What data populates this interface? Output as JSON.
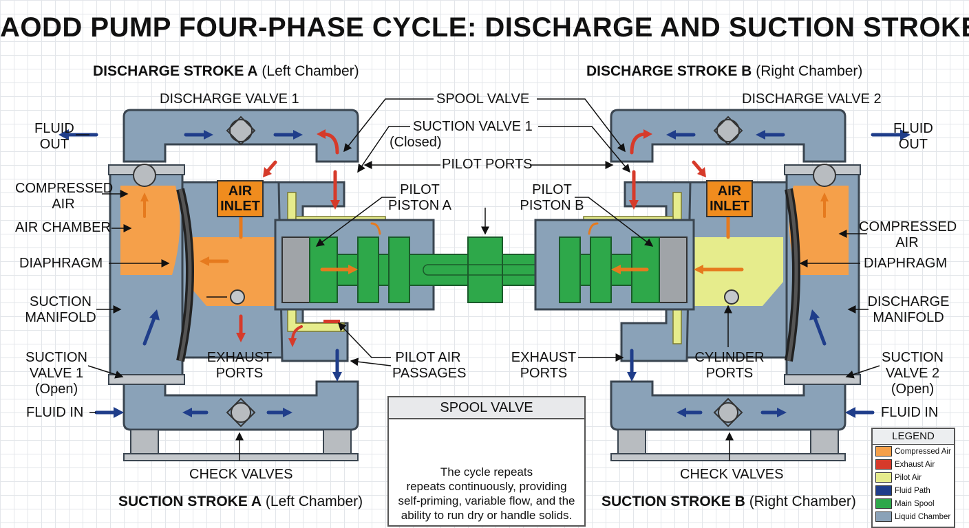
{
  "title": "AODD PUMP FOUR-PHASE CYCLE: DISCHARGE AND SUCTION STROKES",
  "strokes": {
    "discharge_a_bold": "DISCHARGE STROKE A",
    "discharge_a_note": "(Left Chamber)",
    "discharge_b_bold": "DISCHARGE STROKE B",
    "discharge_b_note": "(Right Chamber)",
    "suction_a_bold": "SUCTION STROKE A",
    "suction_a_note": "(Left Chamber)",
    "suction_b_bold": "SUCTION STROKE B",
    "suction_b_note": "(Right Chamber)"
  },
  "labels": {
    "discharge_valve_1": "DISCHARGE VALVE 1",
    "discharge_valve_2": "DISCHARGE VALVE 2",
    "spool_valve": "SPOOL VALVE",
    "suction_valve_1_closed_l1": "SUCTION VALVE 1",
    "suction_valve_1_closed_l2": "(Closed)",
    "pilot_ports": "PILOT PORTS",
    "fluid_out_left_l1": "FLUID",
    "fluid_out_left_l2": "OUT",
    "fluid_out_right_l1": "FLUID",
    "fluid_out_right_l2": "OUT",
    "compressed_air_left_l1": "COMPRESSED",
    "compressed_air_left_l2": "AIR",
    "compressed_air_right_l1": "COMPRESSED",
    "compressed_air_right_l2": "AIR",
    "air_inlet_left_l1": "AIR",
    "air_inlet_left_l2": "INLET",
    "air_inlet_right_l1": "AIR",
    "air_inlet_right_l2": "INLET",
    "pilot_piston_a_l1": "PILOT",
    "pilot_piston_a_l2": "PISTON A",
    "pilot_piston_b_l1": "PILOT",
    "pilot_piston_b_l2": "PISTON B",
    "air_chamber": "AIR CHAMBER",
    "diaphragm_left": "DIAPHRAGM",
    "diaphragm_right": "DIAPHRAGM",
    "suction_manifold_l1": "SUCTION",
    "suction_manifold_l2": "MANIFOLD",
    "discharge_manifold_l1": "DISCHARGE",
    "discharge_manifold_l2": "MANIFOLD",
    "suction_valve_1_open_l1": "SUCTION",
    "suction_valve_1_open_l2": "VALVE 1",
    "suction_valve_1_open_l3": "(Open)",
    "suction_valve_2_open_l1": "SUCTION",
    "suction_valve_2_open_l2": "VALVE 2",
    "suction_valve_2_open_l3": "(Open)",
    "exhaust_ports_left_l1": "EXHAUST",
    "exhaust_ports_left_l2": "PORTS",
    "exhaust_ports_right_l1": "EXHAUST",
    "exhaust_ports_right_l2": "PORTS",
    "pilot_air_passages_l1": "PILOT AIR",
    "pilot_air_passages_l2": "PASSAGES",
    "cylinder_ports_l1": "CYLINDER",
    "cylinder_ports_l2": "PORTS",
    "fluid_in_left": "FLUID IN",
    "fluid_in_right": "FLUID IN",
    "check_valves_left": "CHECK VALVES",
    "check_valves_right": "CHECK VALVES"
  },
  "spool_box": {
    "header": "SPOOL VALVE",
    "desc_l1": "The cycle repeats",
    "desc_l2": "repeats continuously, providing",
    "desc_l3": "self-priming, variable flow, and the",
    "desc_l4": "ability to run dry or handle solids."
  },
  "legend": {
    "title": "LEGEND",
    "items": [
      {
        "label": "Compressed Air",
        "color": "#f5a04a"
      },
      {
        "label": "Exhaust Air",
        "color": "#d63a2a"
      },
      {
        "label": "Pilot Air",
        "color": "#e6ec8c"
      },
      {
        "label": "Fluid Path",
        "color": "#1f3d8a"
      },
      {
        "label": "Main Spool",
        "color": "#2ea84a"
      },
      {
        "label": "Liquid Chamber",
        "color": "#8aa2b8"
      }
    ]
  },
  "colors": {
    "liquid_chamber": "#8aa2b8",
    "compressed_air": "#f5a04a",
    "pilot_air": "#e6ec8c",
    "main_spool": "#2ea84a",
    "exhaust_air": "#d63a2a",
    "fluid_path": "#1f3d8a",
    "housing": "#c4c8cc"
  }
}
